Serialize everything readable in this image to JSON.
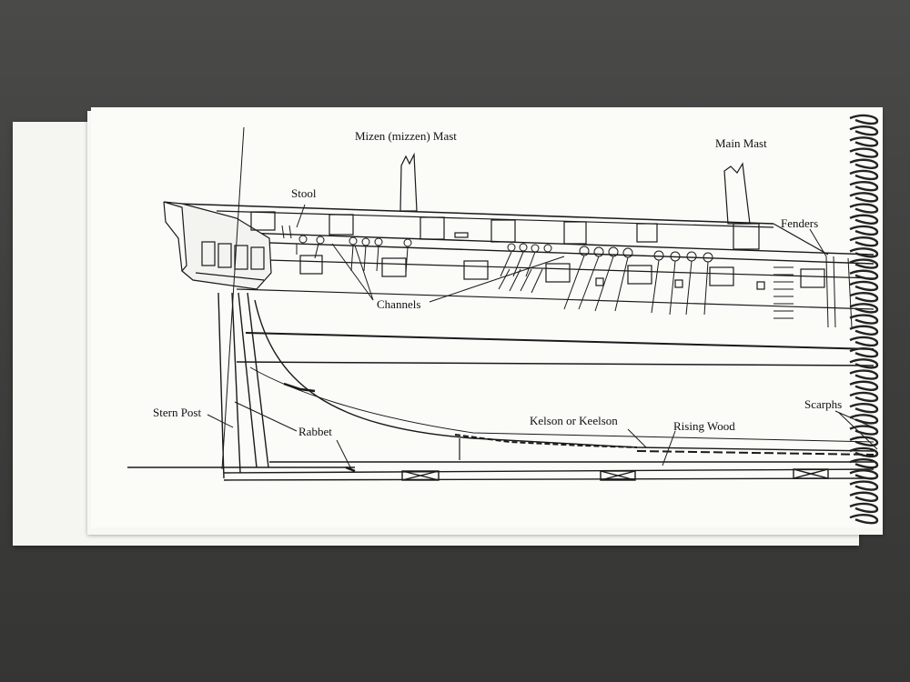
{
  "diagram": {
    "labels": {
      "mizen_mast": "Mizen (mizzen) Mast",
      "main_mast": "Main Mast",
      "stool": "Stool",
      "fenders": "Fenders",
      "channels": "Channels",
      "stern_post": "Stern Post",
      "rabbet": "Rabbet",
      "kelson": "Kelson or Keelson",
      "rising_wood": "Rising Wood",
      "scarphs": "Scarphs"
    }
  },
  "colors": {
    "background": "#404040",
    "paper": "#fbfbf8",
    "ink": "#111111"
  }
}
